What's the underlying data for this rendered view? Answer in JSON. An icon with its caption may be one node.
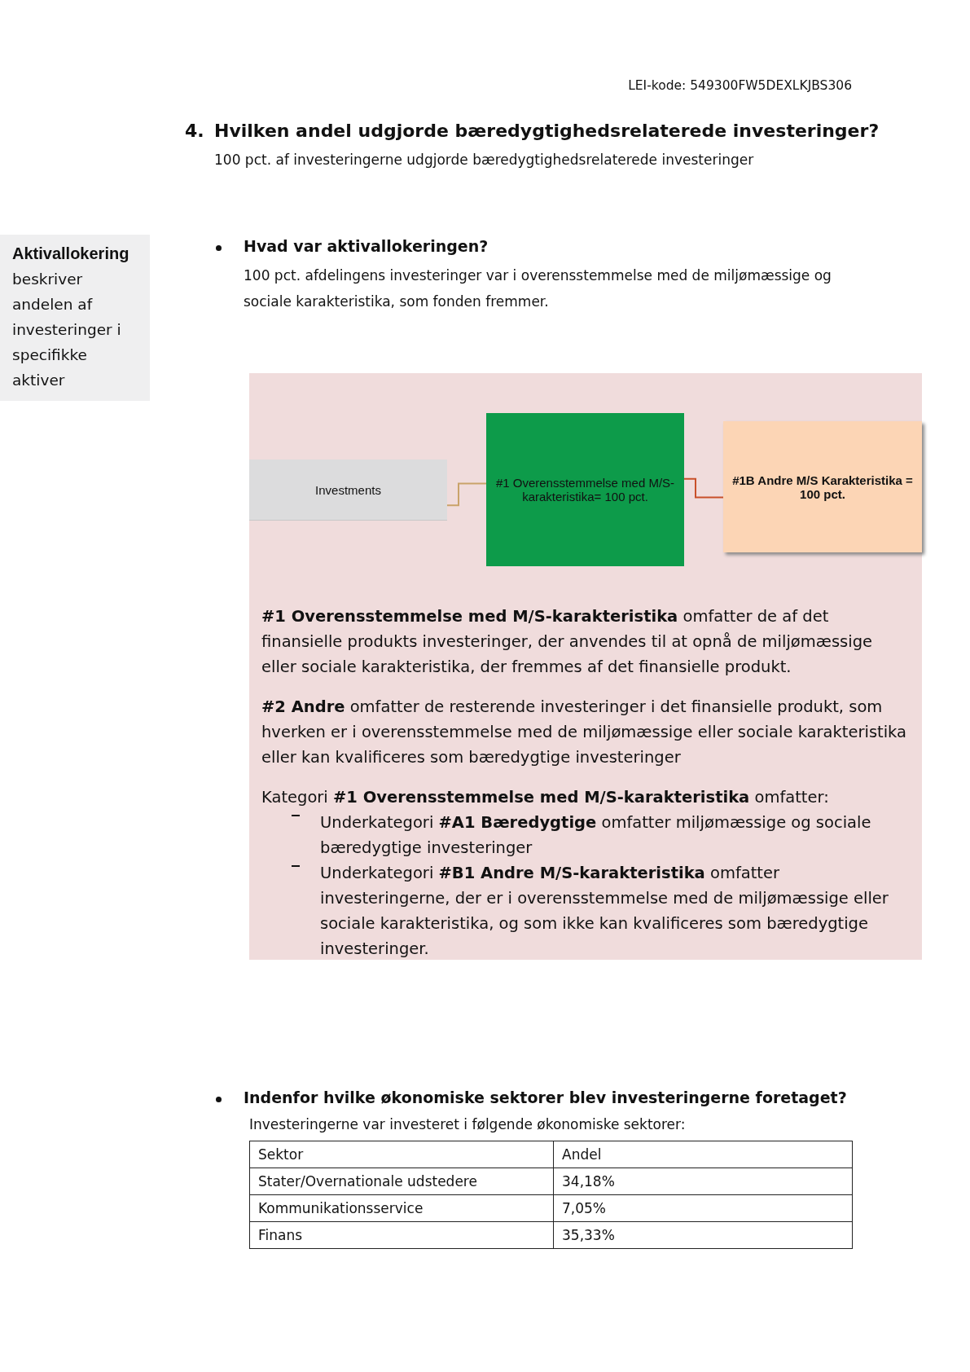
{
  "diagram": {
    "nodes": [
      {
        "text": [
          "Aktivallokering",
          "beskriver andelen af investeringer i specifikke aktiver"
        ]
      },
      {
        "text": [
          "**#1 Overensstemmelse med M/S-karakteristika** omfatter de af det finansielle produkts investeringer, der anvendes til at opnå de miljømæssige eller sociale karakteristika, der fremmes af det finansielle produkt.",
          "**#2 Andre** omfatter de resterende investeringer i det finansielle produkt, som hverken er i overensstemmelse med de miljømæssige eller sociale karakteristika eller kan kvalificeres som bæredygtige investeringer",
          "Kategori **#1 Overensstemmelse med M/S-karakteristika** omfatter:",
          "Underkategori **#A1 Bæredygtige** omfatter miljømæssige og sociale bæredygtige investeringer",
          "Underkategori **#B1 Andre M/S-karakteristika** omfatter investeringerne, der er i overensstemmelse med de miljømæssige eller sociale karakteristika, og som ikke kan kvalificeres som bæredygtige investeringer."
        ]
      },
      {
        "text": [
          "Investments"
        ],
        "in": 1
      },
      {
        "text": [
          "#1 Overensstemmelse med M/S-karakteristika= 100 pct."
        ],
        "in": 1
      },
      {
        "text": [
          "#1B Andre M/S Karakteristika = 100 pct."
        ],
        "in": 1
      }
    ],
    "edges": [
      {
        "from": 2,
        "to": 3,
        "arrow": "none",
        "color": "#c9a36a"
      },
      {
        "from": 3,
        "to": 4,
        "arrow": "none",
        "color": "#c8502a"
      }
    ],
    "labels": [
      "LEI-kode: 549300FW5DEXLKJBS306",
      "4.",
      "Hvilken andel udgjorde bæredygtighedsrelaterede investeringer?",
      "100 pct. af investeringerne udgjorde bæredygtighedsrelaterede investeringer",
      "Hvad var aktivallokeringen?",
      "100 pct. afdelingens investeringer var i overensstemmelse med de miljømæssige og sociale karakteristika, som fonden fremmer.",
      "Indenfor hvilke økonomiske sektorer blev investeringerne foretaget?",
      "Investeringerne var investeret i følgende økonomiske sektorer:",
      "Sektor",
      "Andel",
      "Stater/Overnationale udstedere",
      "34,18%",
      "Kommunikationsservice",
      "7,05%",
      "Finans",
      "35,33%"
    ]
  }
}
